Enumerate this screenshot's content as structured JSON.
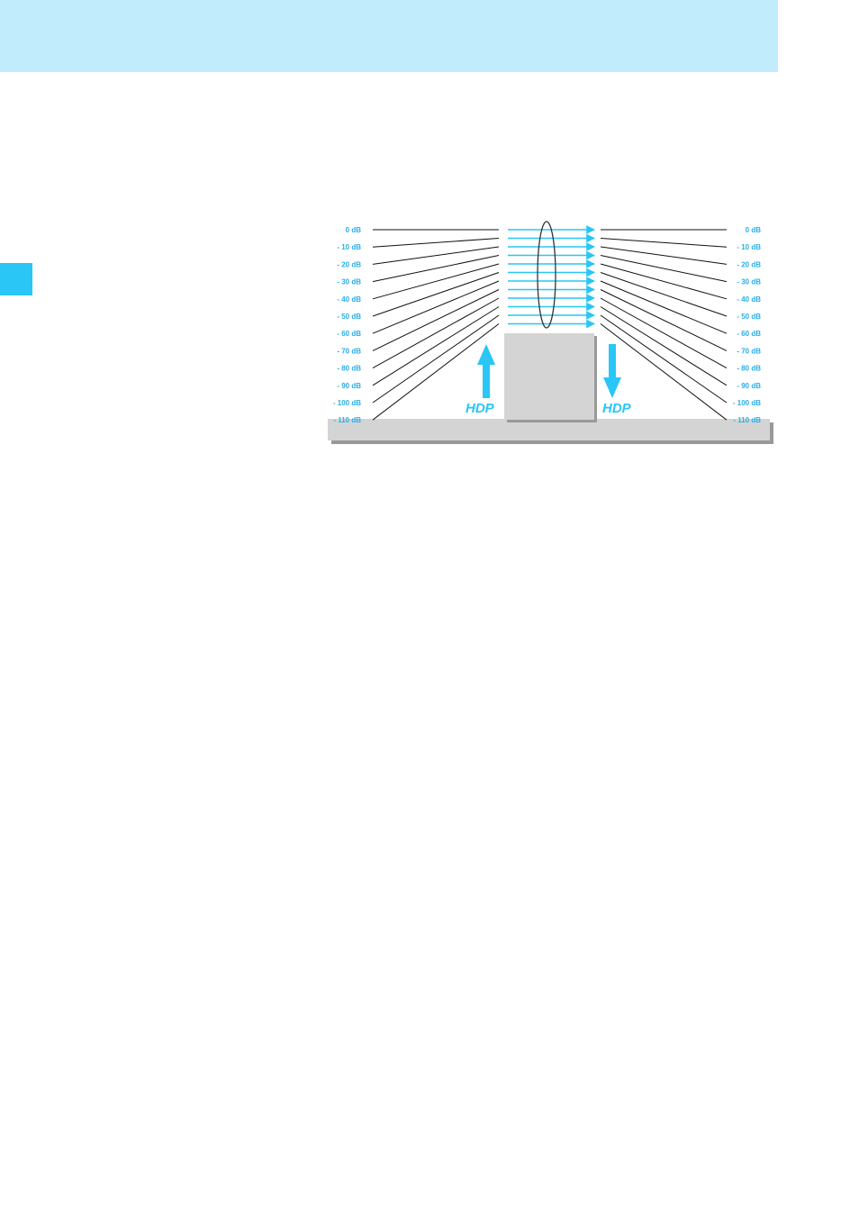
{
  "colors": {
    "header_band": "#c1ecfc",
    "accent": "#29c6f6",
    "label_text": "#29aee6",
    "panel_gray": "#d4d4d4"
  },
  "diagram": {
    "level_labels_left": [
      "0 dB",
      "- 10 dB",
      "- 20 dB",
      "- 30 dB",
      "- 40 dB",
      "- 50 dB",
      "- 60 dB",
      "- 70 dB",
      "- 80 dB",
      "- 90 dB",
      "- 100 dB",
      "- 110 dB"
    ],
    "level_labels_right": [
      "0 dB",
      "- 10 dB",
      "- 20 dB",
      "- 30 dB",
      "- 40 dB",
      "- 50 dB",
      "- 60 dB",
      "- 70 dB",
      "- 80 dB",
      "- 90 dB",
      "- 100 dB",
      "- 110 dB"
    ],
    "hdp_left": "HDP",
    "hdp_right": "HDP",
    "arrow_left_direction": "up",
    "arrow_right_direction": "down"
  }
}
